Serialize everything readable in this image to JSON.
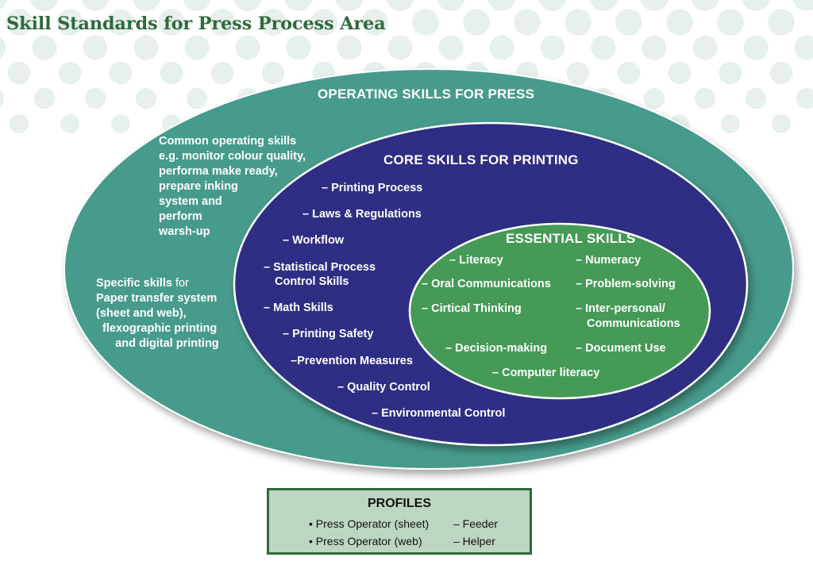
{
  "title": "Skill Standards for Press Process Area",
  "colors": {
    "title": "#2e6b3c",
    "operating_fill": "#469b8c",
    "core_fill": "#2f2f84",
    "essential_fill": "#459a56",
    "profiles_fill": "#bdd6c2",
    "profiles_border": "#2f6a3d",
    "dots": "#e8f0ec"
  },
  "operating": {
    "heading": "OPERATING SKILLS FOR PRESS",
    "common": {
      "bold": "Common operating skills",
      "lines": [
        "e.g. monitor colour quality,",
        "performa make ready,",
        "prepare inking",
        "system and",
        "perform",
        "warsh-up"
      ]
    },
    "specific": {
      "bold": "Specific skills",
      "rest": " for",
      "lines": [
        "Paper transfer system",
        "(sheet and web),",
        "  flexographic printing",
        "      and digital printing"
      ]
    }
  },
  "core": {
    "heading": "CORE SKILLS FOR PRINTING",
    "items": [
      "– Printing Process",
      "– Laws & Regulations",
      "– Workflow",
      "– Statistical Process",
      "Control Skills",
      "– Math Skills",
      "– Printing Safety",
      "–Prevention Measures",
      "– Quality Control",
      "– Environmental Control"
    ]
  },
  "essential": {
    "heading": "ESSENTIAL SKILLS",
    "items": [
      "– Literacy",
      "– Numeracy",
      "– Oral Communications",
      "– Problem-solving",
      "– Cirtical Thinking",
      "– Inter-personal/",
      "Communications",
      "– Decision-making",
      "– Document Use",
      "– Computer literacy"
    ]
  },
  "profiles": {
    "heading": "PROFILES",
    "rows": [
      {
        "left": "• Press Operator (sheet)",
        "right": "– Feeder"
      },
      {
        "left": "• Press Operator (web)",
        "right": "– Helper"
      }
    ]
  }
}
